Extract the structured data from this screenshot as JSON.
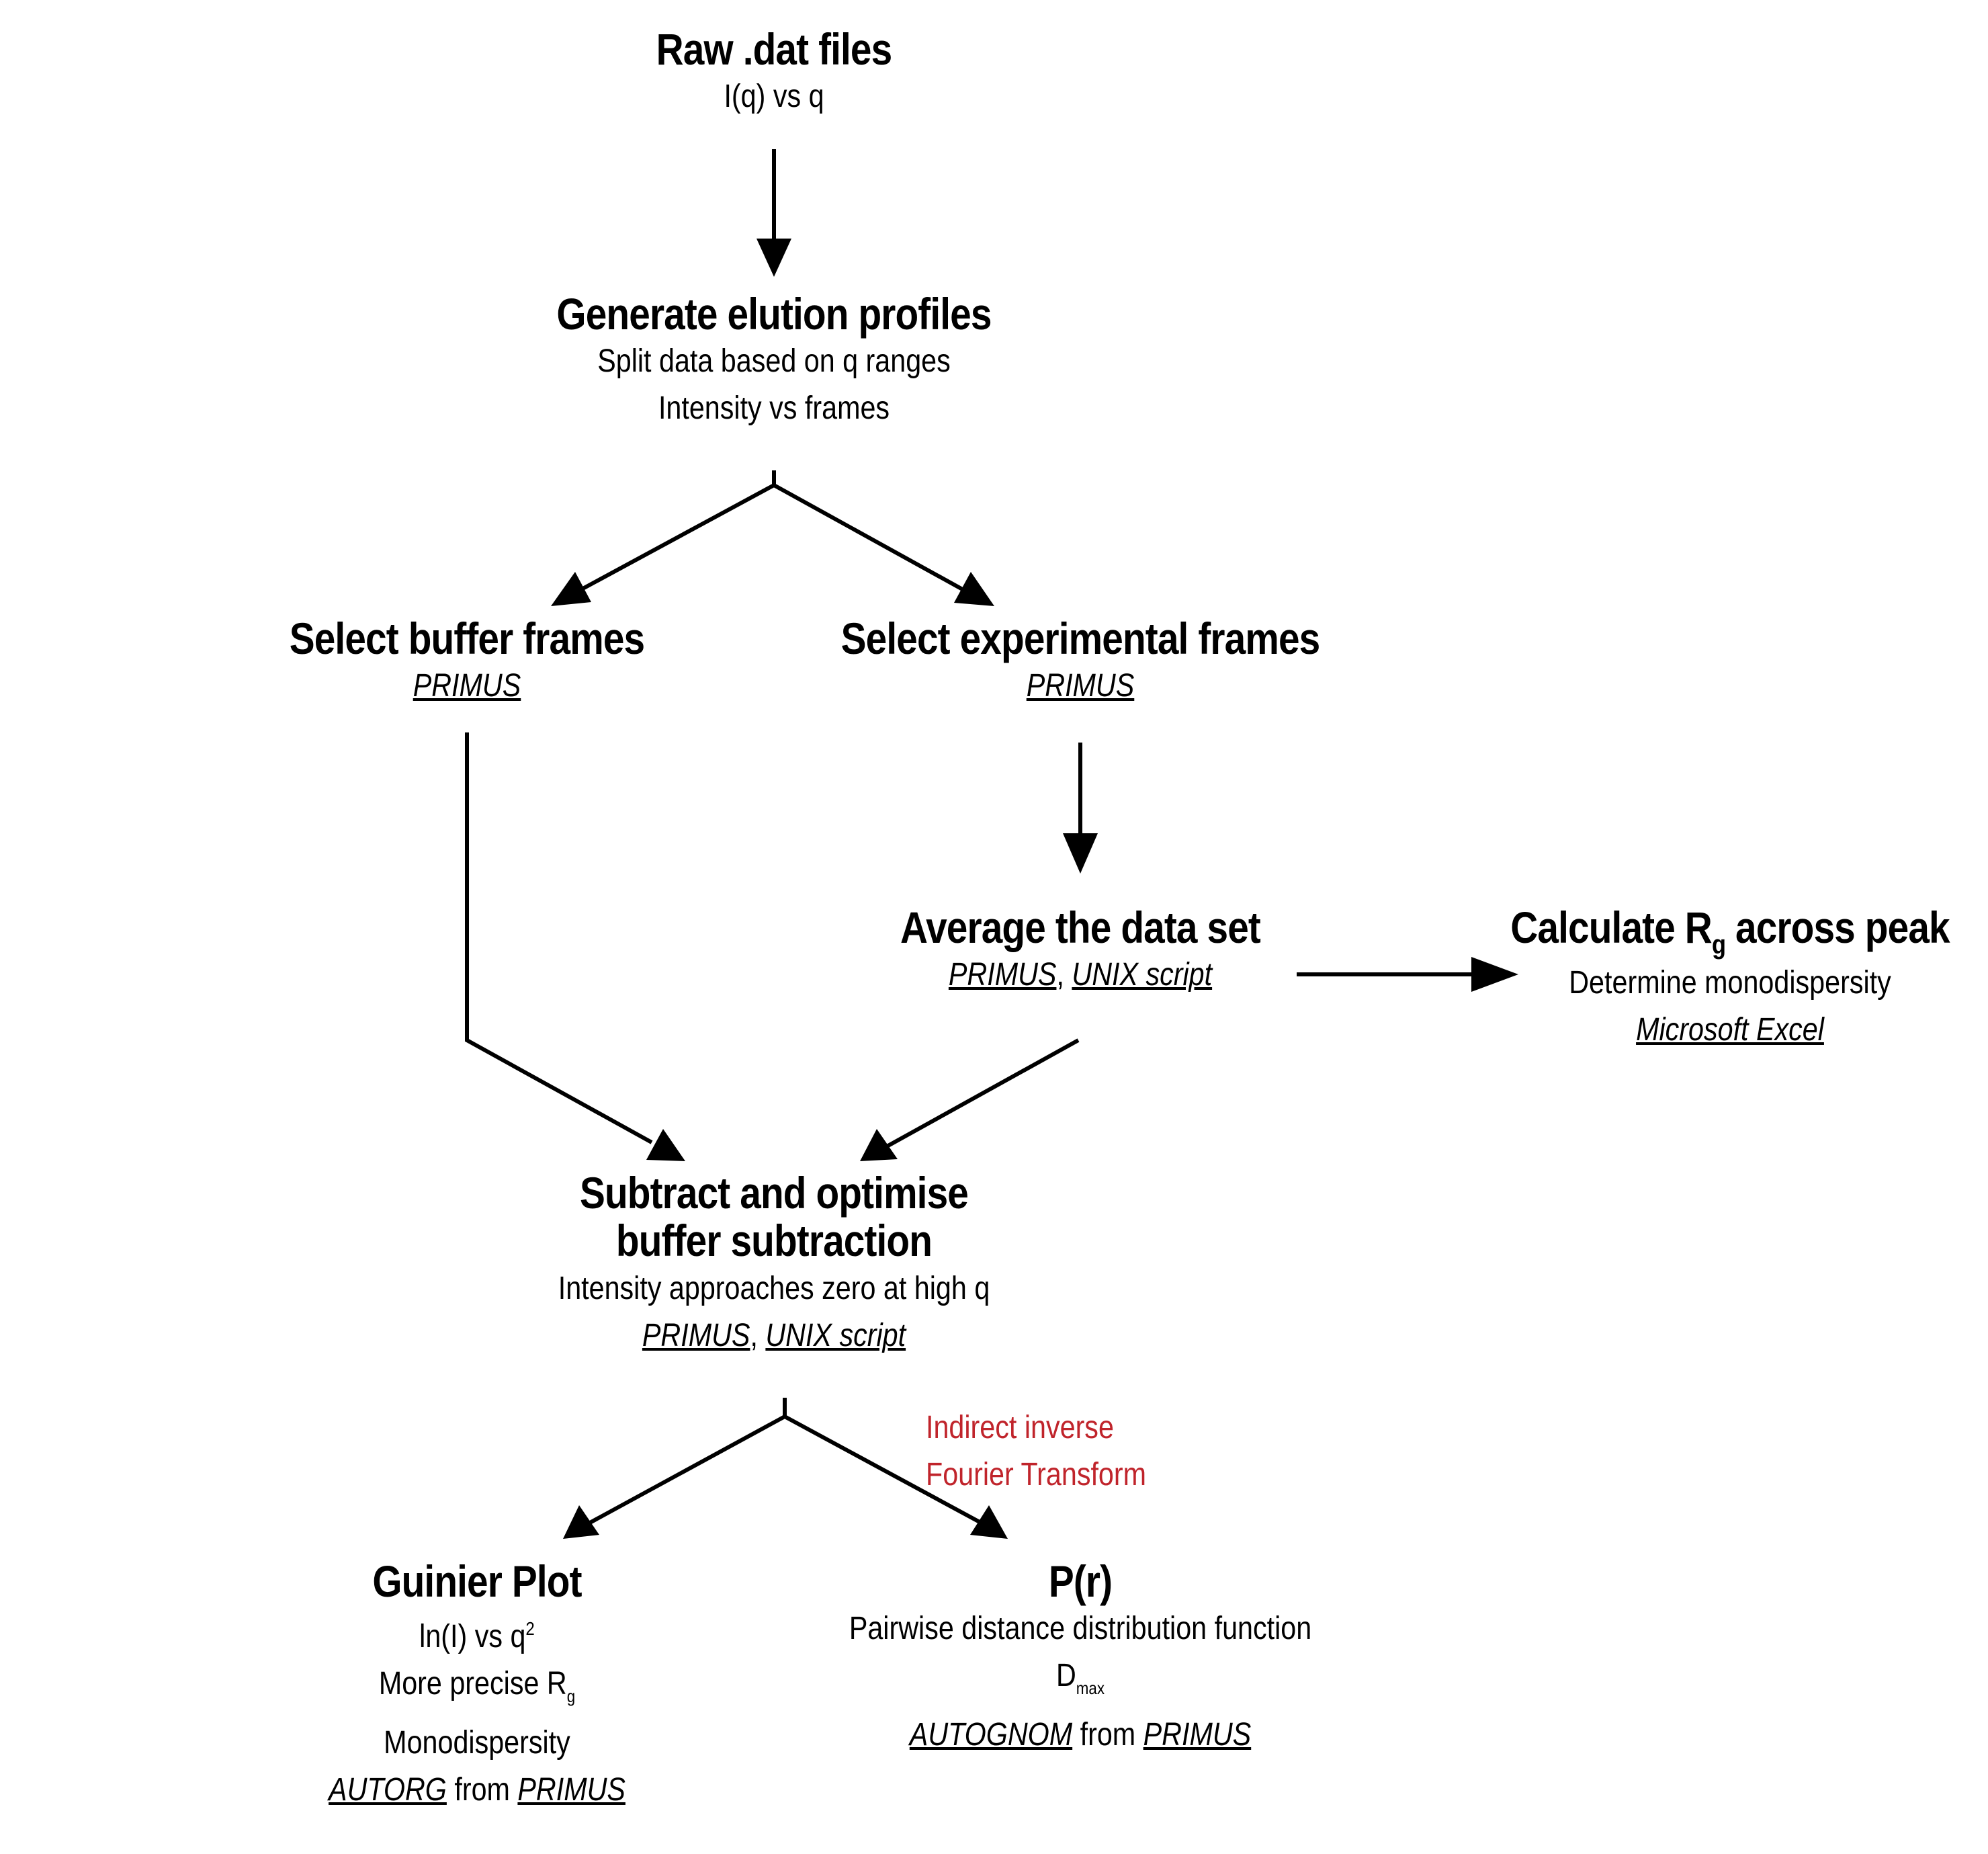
{
  "colors": {
    "ink": "#000000",
    "transform_label": "#c0242b"
  },
  "nodes": {
    "raw": {
      "title": "Raw .dat files",
      "line1": "I(q) vs q"
    },
    "elution": {
      "title": "Generate elution profiles",
      "line1": "Split data based on q ranges",
      "line2": "Intensity vs frames"
    },
    "buffer": {
      "title": "Select buffer frames",
      "tool": "PRIMUS"
    },
    "experimental": {
      "title": "Select experimental frames",
      "tool": "PRIMUS"
    },
    "average": {
      "title": "Average the data set",
      "tool1": "PRIMUS",
      "separator": ", ",
      "tool2": "UNIX script"
    },
    "rg_peak": {
      "title_pre": "Calculate R",
      "title_sub": "g",
      "title_post": " across peak",
      "line1": "Determine monodispersity",
      "tool": "Microsoft Excel"
    },
    "subtract": {
      "title_line1": "Subtract and optimise",
      "title_line2": "buffer subtraction",
      "line1": "Intensity approaches zero at high q",
      "tool1": "PRIMUS",
      "separator": ", ",
      "tool2": "UNIX script"
    },
    "guinier": {
      "title": "Guinier Plot",
      "line1_text": "ln(I) vs q",
      "line1_sup": "2",
      "line2_text": "More precise R",
      "line2_sub": "g",
      "line3": "Monodispersity",
      "tool1": "AUTORG",
      "connector": " from ",
      "tool2": "PRIMUS"
    },
    "pr": {
      "title": "P(r)",
      "line1": "Pairwise distance distribution function",
      "line2_text": "D",
      "line2_sub": "max",
      "tool1": "AUTOGNOM",
      "connector": " from ",
      "tool2": "PRIMUS"
    }
  },
  "edge_labels": {
    "fourier_line1": "Indirect inverse",
    "fourier_line2": "Fourier Transform"
  }
}
